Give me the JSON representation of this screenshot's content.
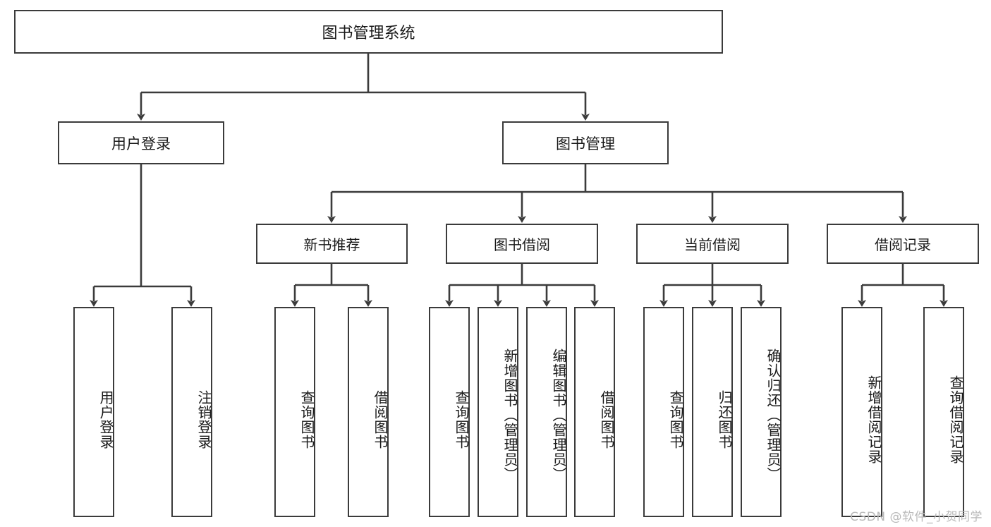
{
  "diagram": {
    "title": "图书管理系统",
    "watermark": "CSDN @软件_小贺同学",
    "line_color": "#3b3b3b",
    "box_border_color": "#3b3b3b",
    "box_fill_color": "#ffffff",
    "text_color": "#1a1a1a",
    "background_color": "#ffffff",
    "type": "tree-hierarchy",
    "levels": 4
  },
  "nodes": {
    "root": {
      "label": "图书管理系统"
    },
    "level2": [
      {
        "label": "用户登录"
      },
      {
        "label": "图书管理"
      }
    ],
    "level3": [
      {
        "label": "新书推荐"
      },
      {
        "label": "图书借阅"
      },
      {
        "label": "当前借阅"
      },
      {
        "label": "借阅记录"
      }
    ],
    "leaves": {
      "user_login": [
        {
          "label": "用户登录"
        },
        {
          "label": "注销登录"
        }
      ],
      "new_book_recommend": [
        {
          "label": "查询图书"
        },
        {
          "label": "借阅图书"
        }
      ],
      "book_borrow": [
        {
          "label": "查询图书"
        },
        {
          "label": "新增图书（管理员）"
        },
        {
          "label": "编辑图书（管理员）"
        },
        {
          "label": "借阅图书"
        }
      ],
      "current_borrow": [
        {
          "label": "查询图书"
        },
        {
          "label": "归还图书"
        },
        {
          "label": "确认归还（管理员）"
        }
      ],
      "borrow_record": [
        {
          "label": "新增借阅记录"
        },
        {
          "label": "查询借阅记录"
        }
      ]
    }
  }
}
